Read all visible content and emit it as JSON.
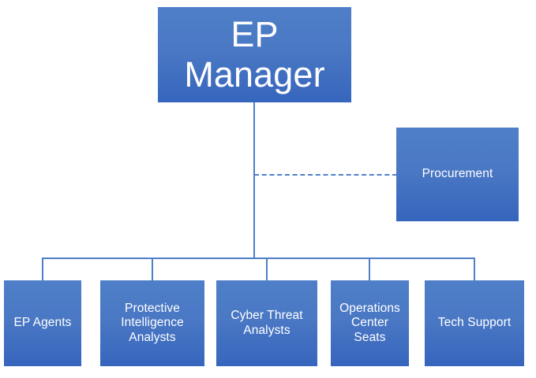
{
  "diagram": {
    "title": "EP Manager organizational chart",
    "type": "org-chart",
    "colors": {
      "node_fill_top": "#4f7fc9",
      "node_fill_bottom": "#3665bd",
      "connector": "#4f7fc9",
      "node_text": "#ffffff",
      "background": "#ffffff"
    },
    "root": {
      "label": "EP Manager",
      "line1": "EP",
      "line2": "Manager"
    },
    "staff": {
      "label": "Procurement",
      "relation": "dotted-line",
      "connector_style": "dashed"
    },
    "children": [
      {
        "label": "EP Agents"
      },
      {
        "label": "Protective Intelligence Analysts"
      },
      {
        "label": "Cyber Threat Analysts"
      },
      {
        "label": "Operations Center Seats"
      },
      {
        "label": "Tech Support"
      }
    ]
  }
}
